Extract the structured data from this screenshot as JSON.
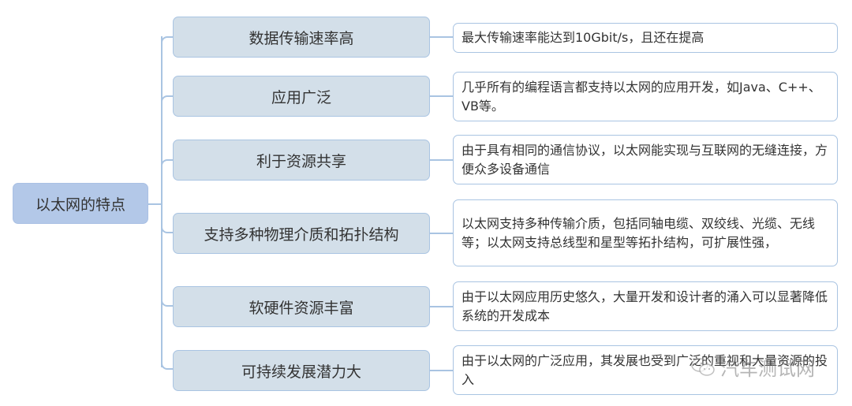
{
  "root": {
    "label": "以太网的特点"
  },
  "branches": [
    {
      "label": "数据传输速率高",
      "detail": "最大传输速率能达到10Gbit/s，且还在提高"
    },
    {
      "label": "应用广泛",
      "detail": "几乎所有的编程语言都支持以太网的应用开发，如Java、C++、VB等。"
    },
    {
      "label": "利于资源共享",
      "detail": "由于具有相同的通信协议，以太网能实现与互联网的无缝连接，方便众多设备通信"
    },
    {
      "label": "支持多种物理介质和拓扑结构",
      "detail": "以太网支持多种传输介质，包括同轴电缆、双绞线、光缆、无线等；以太网支持总线型和星型等拓扑结构，可扩展性强，"
    },
    {
      "label": "软硬件资源丰富",
      "detail": "由于以太网应用历史悠久，大量开发和设计者的涌入可以显著降低系统的开发成本"
    },
    {
      "label": "可持续发展潜力大",
      "detail": "由于以太网的广泛应用，其发展也受到广泛的重视和大量资源的投入"
    }
  ],
  "watermark": {
    "text": "汽车测试网",
    "icon": "wechat-icon"
  },
  "colors": {
    "root_fill": "#b3c8e8",
    "branch_fill": "#d3dfe9",
    "line": "#a9c4e2"
  }
}
